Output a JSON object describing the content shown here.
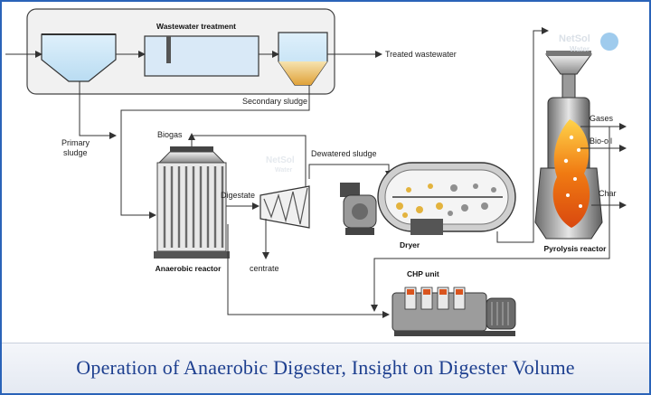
{
  "labels": {
    "wastewater_treatment": "Wastewater treatment",
    "treated_wastewater": "Treated wastewater",
    "secondary_sludge": "Secondary sludge",
    "primary_sludge_1": "Primary",
    "primary_sludge_2": "sludge",
    "biogas": "Biogas",
    "anaerobic_reactor": "Anaerobic reactor",
    "digestate": "Digestate",
    "centrate": "centrate",
    "dewatered_sludge": "Dewatered sludge",
    "dryer": "Dryer",
    "gases": "Gases",
    "bio_oil": "Bio-oil",
    "char": "Char",
    "pyrolysis_reactor": "Pyrolysis reactor",
    "chp_unit": "CHP unit"
  },
  "watermark": {
    "line1": "NetSol",
    "line2": "Water"
  },
  "caption": "Operation of Anaerobic Digester, Insight on Digester Volume",
  "colors": {
    "frame": "#2a63b8",
    "caption": "#1d3f8f",
    "fire": "#f07a12"
  }
}
